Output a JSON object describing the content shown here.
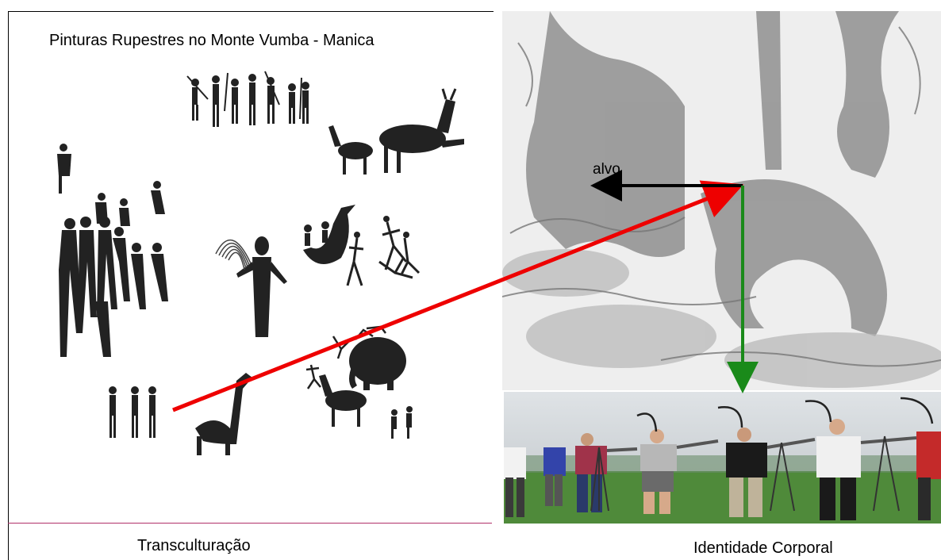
{
  "title": "Pinturas Rupestres no Monte Vumba - Manica",
  "captions": {
    "left": "Transculturação",
    "right": "Identidade Corporal"
  },
  "sketch_labels": {
    "target": "alvo"
  },
  "colors": {
    "arrow_red": "#ee0000",
    "arrow_black": "#000000",
    "arrow_green": "#1a8a1a",
    "rule": "#b0306a",
    "rock_art": "#222222"
  },
  "icons": [
    "rock-art-figure",
    "antelope-figure",
    "giraffe-figure",
    "elephant-figure",
    "hunter-figure",
    "archer-figure"
  ]
}
